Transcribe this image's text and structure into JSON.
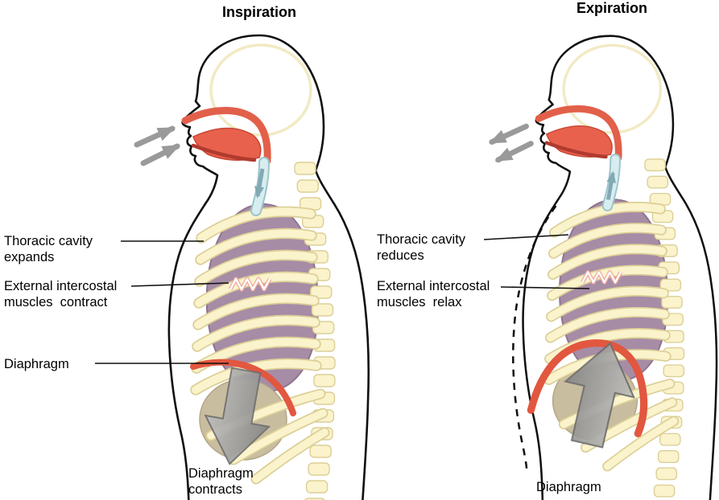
{
  "panels": {
    "inspiration": {
      "title": "Inspiration",
      "labels": {
        "thoracic": "Thoracic cavity\nexpands",
        "intercostal": "External intercostal\nmuscles  contract",
        "diaphragm": "Diaphragm",
        "diaphragm_action": "Diaphragm\ncontracts"
      }
    },
    "expiration": {
      "title": "Expiration",
      "labels": {
        "thoracic": "Thoracic cavity\nreduces",
        "intercostal": "External intercostal\nmuscles  relax",
        "diaphragm": "Diaphragm"
      }
    }
  },
  "colors": {
    "outline": "#101010",
    "lung": "#A78CA6",
    "lungEdge": "#8E7490",
    "bone": "#FAF3CC",
    "boneEdge": "#DCCF96",
    "diaphragm": "#E2573F",
    "airway": "#E2604A",
    "tongue": "#E8614D",
    "mouth": "#B03A2E",
    "trachea": "#D7EDF0",
    "tracheaEdge": "#9CC4CA",
    "airflowArrow": "#9A9A9A",
    "tracheaArrow": "#82A9B4",
    "abdomen": "#C9BD9F"
  }
}
